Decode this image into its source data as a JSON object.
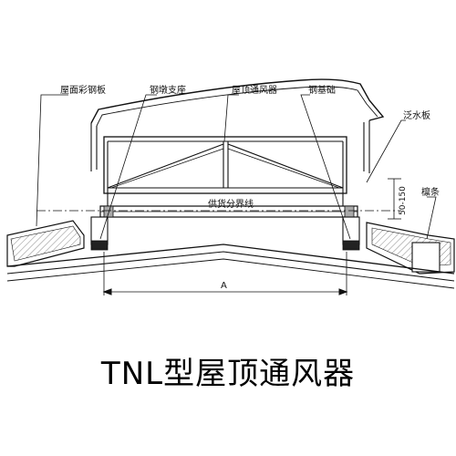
{
  "labels": {
    "roof_color_steel_sheet": "屋面彩钢板",
    "steel_pier_support": "钢墩支座",
    "roof_ventilator": "屋顶通风器",
    "steel_foundation": "钢基础",
    "flashing": "泛水板",
    "supply_boundary_line": "供货分界线",
    "height_range": "50-150",
    "purlin": "檩条",
    "dimension_a": "A"
  },
  "caption": "TNL型屋顶通风器"
}
